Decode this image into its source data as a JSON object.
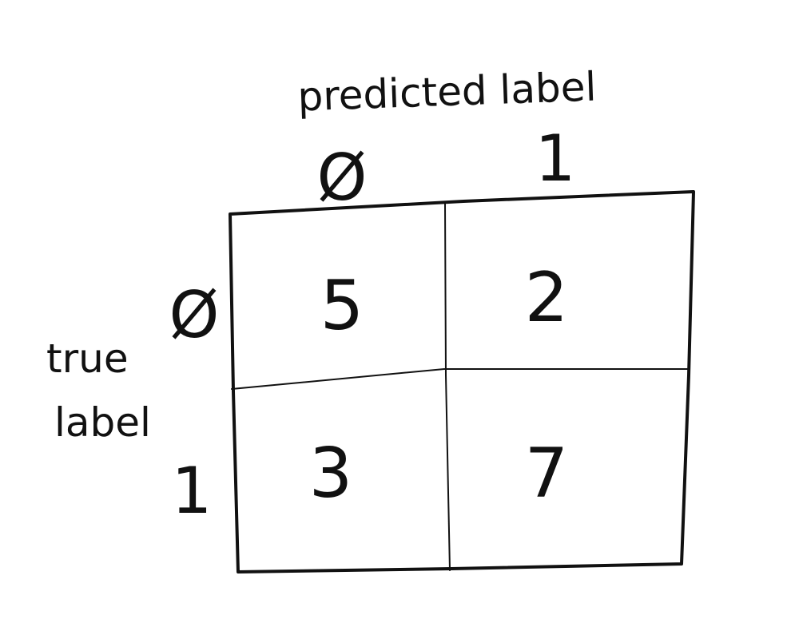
{
  "chart_data": {
    "type": "table",
    "title": "",
    "xlabel": "predicted label",
    "ylabel": "true label",
    "ylabel_lines": [
      "true",
      "label"
    ],
    "x_categories": [
      "Ø",
      "1"
    ],
    "y_categories": [
      "Ø",
      "1"
    ],
    "values": [
      [
        5,
        2
      ],
      [
        3,
        7
      ]
    ]
  },
  "colors": {
    "ink": "#111111",
    "background": "#ffffff"
  }
}
